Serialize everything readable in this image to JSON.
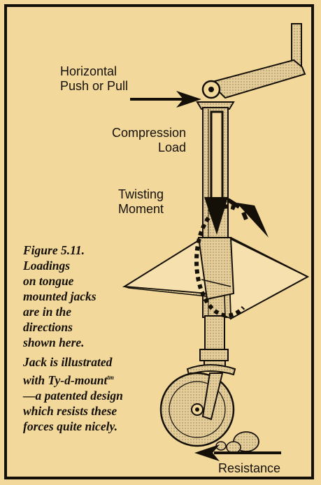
{
  "labels": {
    "horizontal": [
      "Horizontal",
      "Push or Pull"
    ],
    "compression": [
      "Compression",
      "Load"
    ],
    "twisting": [
      "Twisting",
      "Moment"
    ],
    "resistance": "Resistance"
  },
  "caption": {
    "figure_lines": [
      "Figure 5.11.",
      "Loadings",
      "on tongue",
      "mounted jacks",
      "are in the",
      "directions",
      "shown here."
    ],
    "jack_lines": [
      "Jack is illustrated",
      "with  Ty-d-mount",
      "—a patented design",
      "which resists these",
      "forces quite nicely."
    ],
    "trademark": "tm"
  },
  "colors": {
    "background": "#f3d89c",
    "ink": "#141008",
    "shade": "#c9b487"
  }
}
